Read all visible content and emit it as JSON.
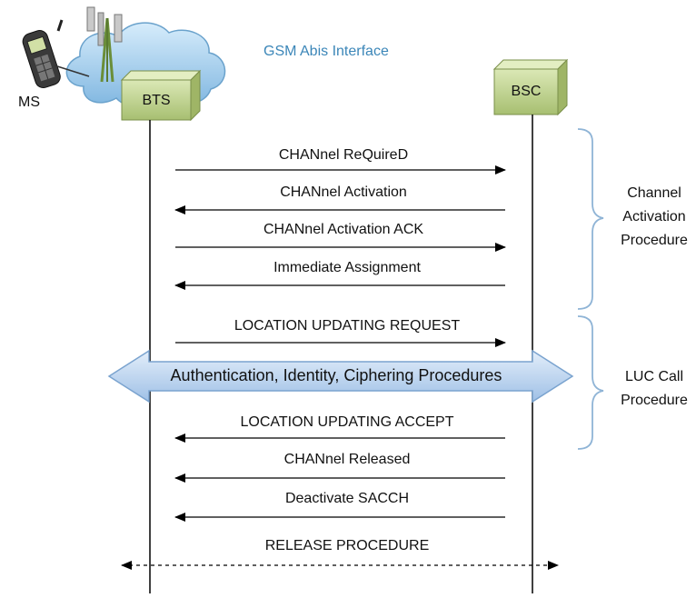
{
  "title": "GSM Abis Interface",
  "nodes": {
    "ms": "MS",
    "bts": "BTS",
    "bsc": "BSC"
  },
  "messages": [
    {
      "label": "CHANnel ReQuireD",
      "direction": "right"
    },
    {
      "label": "CHANnel Activation",
      "direction": "left"
    },
    {
      "label": "CHANnel Activation ACK",
      "direction": "right"
    },
    {
      "label": "Immediate Assignment",
      "direction": "left"
    },
    {
      "label": "LOCATION UPDATING REQUEST",
      "direction": "right"
    },
    {
      "label": "LOCATION UPDATING ACCEPT",
      "direction": "left"
    },
    {
      "label": "CHANnel Released",
      "direction": "left"
    },
    {
      "label": "Deactivate SACCH",
      "direction": "left"
    },
    {
      "label": "RELEASE PROCEDURE",
      "direction": "both"
    }
  ],
  "big_arrow": "Authentication, Identity, Ciphering Procedures",
  "braces": [
    {
      "lines": [
        "Channel",
        "Activation",
        "Procedure"
      ]
    },
    {
      "lines": [
        "LUC Call",
        "Procedure"
      ]
    }
  ],
  "colors": {
    "title": "#3b86b8",
    "cloud": "#a9d2ee",
    "box": "#c3d59a",
    "brace": "#8fb4d6",
    "big_arrow": "#bcd4ee"
  }
}
